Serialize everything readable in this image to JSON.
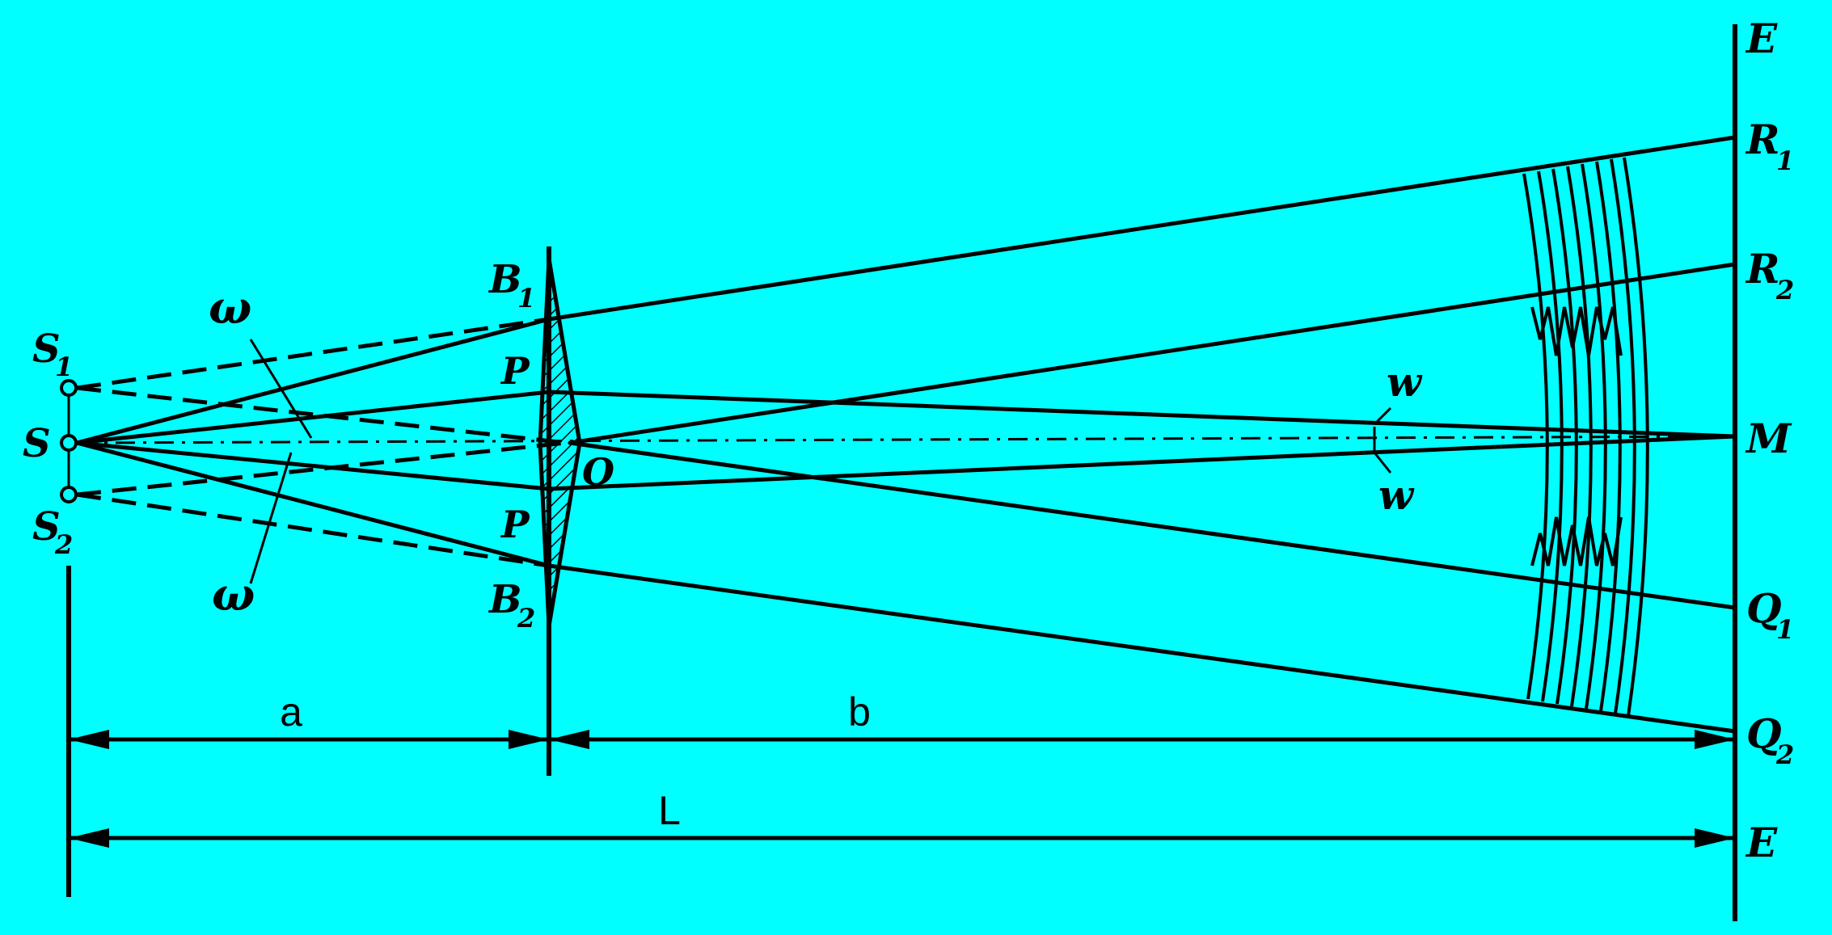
{
  "labels": {
    "source_upper": "S",
    "source_upper_sub": "1",
    "source_middle": "S",
    "source_lower": "S",
    "source_lower_sub": "2",
    "prism_top": "B",
    "prism_top_sub": "1",
    "prism_bottom": "B",
    "prism_bottom_sub": "2",
    "prism_face_upper": "P",
    "prism_face_lower": "P",
    "prism_center": "O",
    "angle_upper_left": "ω",
    "angle_lower_left": "ω",
    "angle_upper_right": "w",
    "angle_lower_right": "w",
    "screen_top": "E",
    "screen_bottom": "E",
    "screen_r1": "R",
    "screen_r1_sub": "1",
    "screen_r2": "R",
    "screen_r2_sub": "2",
    "screen_m": "M",
    "screen_q1": "Q",
    "screen_q1_sub": "1",
    "screen_q2": "Q",
    "screen_q2_sub": "2"
  },
  "dimensions": {
    "a": "a",
    "b": "b",
    "L": "L"
  },
  "colors": {
    "background": "#00ffff",
    "ink": "#000000"
  }
}
